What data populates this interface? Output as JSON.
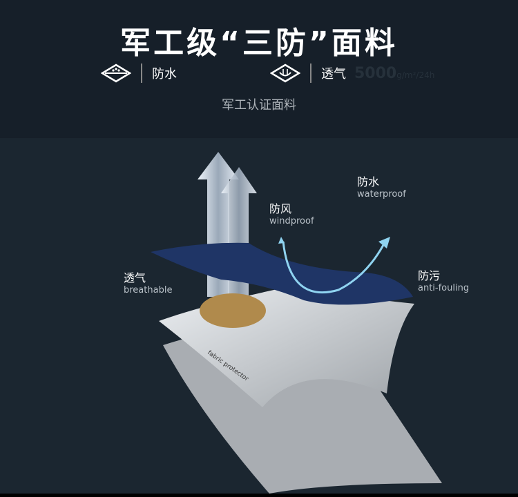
{
  "header": {
    "title": "军工级“三防”面料",
    "features": [
      {
        "icon": "waterproof-diamond-icon",
        "label": "防水"
      },
      {
        "icon": "breathable-diamond-icon",
        "label": "透气",
        "faint_value": "5000",
        "faint_unit": "g/m²/24h"
      }
    ],
    "subtitle": "军工认证面料"
  },
  "labels": {
    "breathable": {
      "zh": "透气",
      "en": "breathable"
    },
    "windproof": {
      "zh": "防风",
      "en": "windproof"
    },
    "waterproof": {
      "zh": "防水",
      "en": "waterproof"
    },
    "antifouling": {
      "zh": "防污",
      "en": "anti-fouling"
    }
  },
  "layer_text": "fabric protector",
  "colors": {
    "background": "#17202a",
    "fabric_blue": "#1f3566",
    "membrane": "#c8ccd0",
    "accent_arrow": "#8fd3f0"
  }
}
